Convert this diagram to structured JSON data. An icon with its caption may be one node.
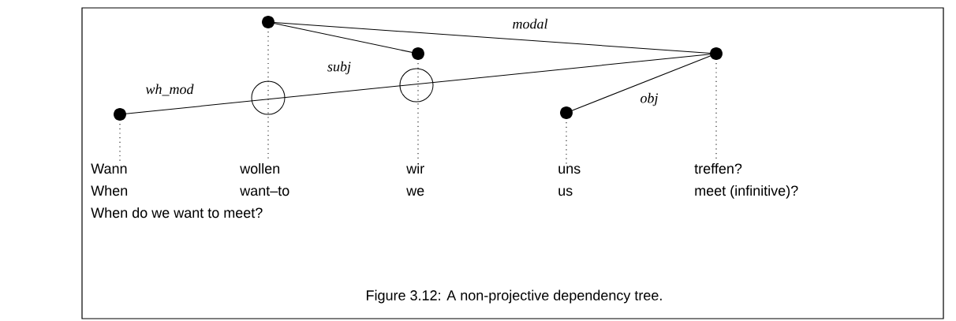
{
  "diagram": {
    "caption": "Figure 3.12: A non-projective dependency tree.",
    "nodes": [
      {
        "text": [],
        "shape": "circle"
      },
      {
        "text": [],
        "shape": "circle"
      },
      {
        "text": [],
        "shape": "circle"
      },
      {
        "text": [],
        "shape": "circle"
      },
      {
        "text": [],
        "shape": "circle"
      },
      {
        "text": [
          "Wann"
        ]
      },
      {
        "text": [
          "wollen"
        ]
      },
      {
        "text": [
          "wir"
        ]
      },
      {
        "text": [
          "uns"
        ]
      },
      {
        "text": [
          "treffen?"
        ]
      }
    ],
    "edges": [
      {
        "from": 1,
        "to": 2,
        "arrow": "none",
        "label": "subj"
      },
      {
        "from": 4,
        "to": 1,
        "arrow": "none",
        "label": "modal"
      },
      {
        "from": 4,
        "to": 0,
        "arrow": "none",
        "label": "wh_mod"
      },
      {
        "from": 4,
        "to": 3,
        "arrow": "none",
        "label": "obj"
      },
      {
        "from": 0,
        "to": 5,
        "arrow": "none",
        "style": "dashed"
      },
      {
        "from": 1,
        "to": 6,
        "arrow": "none",
        "style": "dashed"
      },
      {
        "from": 2,
        "to": 7,
        "arrow": "none",
        "style": "dashed"
      },
      {
        "from": 3,
        "to": 8,
        "arrow": "none",
        "style": "dashed"
      },
      {
        "from": 4,
        "to": 9,
        "arrow": "none",
        "style": "dashed"
      }
    ],
    "labels": [
      "When",
      "want–to",
      "we",
      "us",
      "meet (infinitive)?",
      "When do we want to meet?"
    ]
  }
}
